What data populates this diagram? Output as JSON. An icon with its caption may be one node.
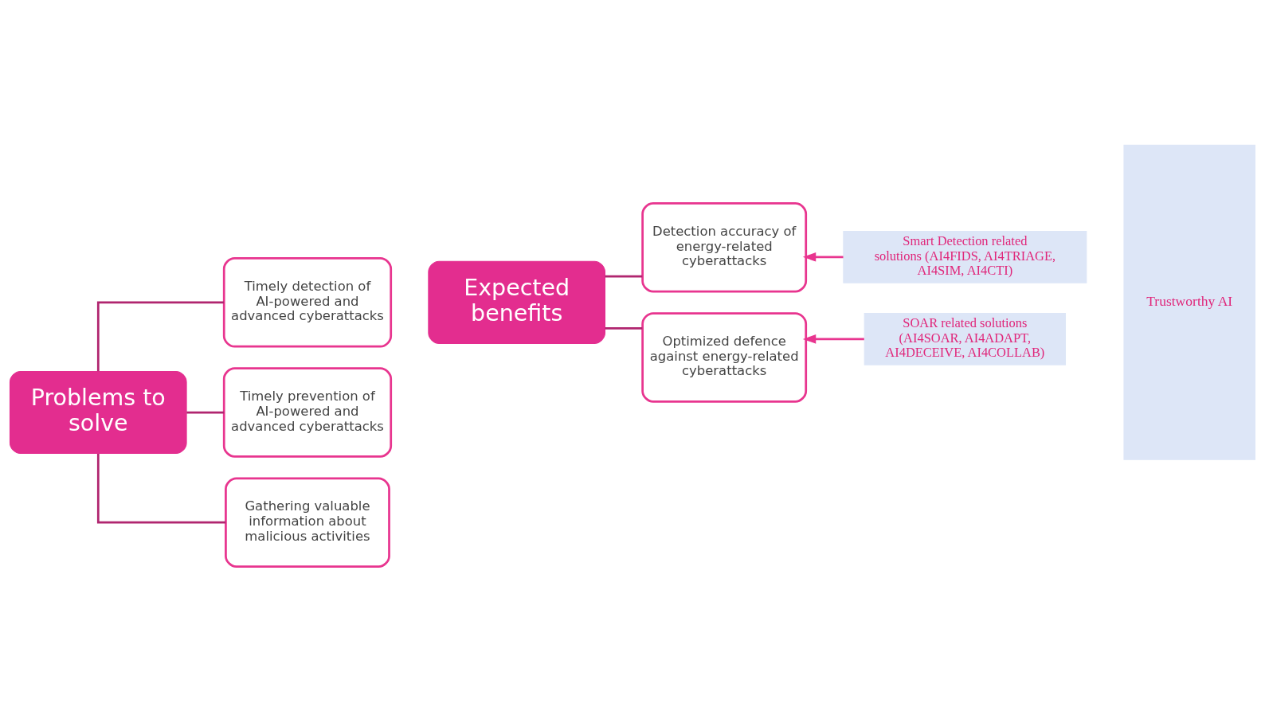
{
  "diagram": {
    "nodes": [
      {
        "text": [
          "Problems to solve"
        ]
      },
      {
        "text": [
          "Timely detection of AI-powered and advanced cyberattacks"
        ]
      },
      {
        "text": [
          "Timely prevention of AI-powered and advanced cyberattacks"
        ]
      },
      {
        "text": [
          "Gathering valuable information about malicious activities"
        ]
      },
      {
        "text": [
          "Expected benefits"
        ]
      },
      {
        "text": [
          "Detection accuracy of energy-related cyberattacks"
        ]
      },
      {
        "text": [
          "Optimized defence against energy-related cyberattacks"
        ]
      },
      {
        "text": [
          "Smart Detection related solutions (AI4FIDS, AI4TRIAGE, AI4SIM, AI4CTI)"
        ]
      },
      {
        "text": [
          "SOAR related solutions (AI4SOAR, AI4ADAPT, AI4DECEIVE, AI4COLLAB)"
        ]
      },
      {
        "text": [
          "Trustworthy AI"
        ]
      }
    ],
    "edges": [
      {
        "from": 0,
        "to": 1,
        "arrow": "none"
      },
      {
        "from": 0,
        "to": 2,
        "arrow": "none"
      },
      {
        "from": 0,
        "to": 3,
        "arrow": "none"
      },
      {
        "from": 4,
        "to": 5,
        "arrow": "none"
      },
      {
        "from": 4,
        "to": 6,
        "arrow": "none"
      },
      {
        "from": 7,
        "to": 5,
        "arrow": "to",
        "color": "#e8358f"
      },
      {
        "from": 8,
        "to": 6,
        "arrow": "to",
        "color": "#e8358f"
      }
    ]
  }
}
